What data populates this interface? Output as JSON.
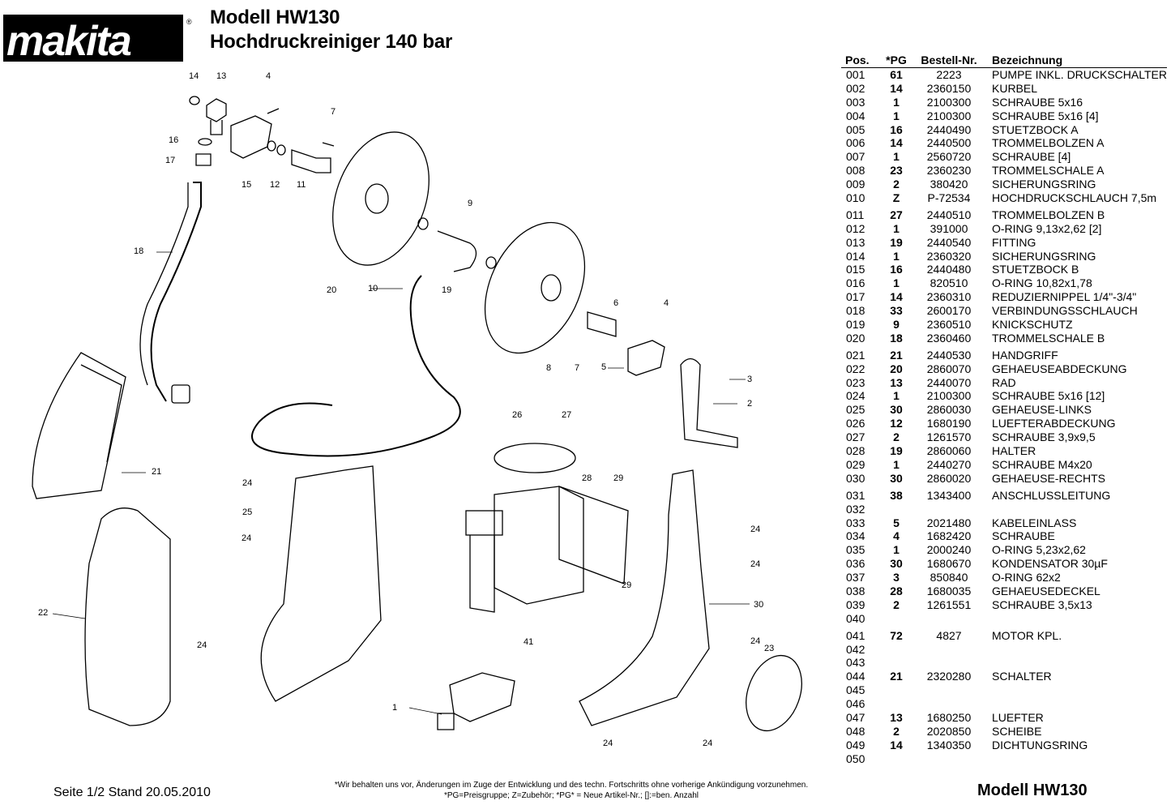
{
  "brand": {
    "name": "makita",
    "registered_mark": "®"
  },
  "header": {
    "model": "Modell HW130",
    "product": "Hochdruckreiniger 140 bar"
  },
  "parts_table": {
    "columns": [
      "Pos.",
      "*PG",
      "Bestell-Nr.",
      "Bezeichnung"
    ],
    "rows": [
      {
        "pos": "001",
        "pg": "61",
        "nr": "2223",
        "desc": "PUMPE INKL. DRUCKSCHALTER"
      },
      {
        "pos": "002",
        "pg": "14",
        "nr": "2360150",
        "desc": "KURBEL"
      },
      {
        "pos": "003",
        "pg": "1",
        "nr": "2100300",
        "desc": "SCHRAUBE 5x16"
      },
      {
        "pos": "004",
        "pg": "1",
        "nr": "2100300",
        "desc": "SCHRAUBE 5x16  [4]"
      },
      {
        "pos": "005",
        "pg": "16",
        "nr": "2440490",
        "desc": "STUETZBOCK  A"
      },
      {
        "pos": "006",
        "pg": "14",
        "nr": "2440500",
        "desc": "TROMMELBOLZEN  A"
      },
      {
        "pos": "007",
        "pg": "1",
        "nr": "2560720",
        "desc": "SCHRAUBE  [4]"
      },
      {
        "pos": "008",
        "pg": "23",
        "nr": "2360230",
        "desc": "TROMMELSCHALE  A"
      },
      {
        "pos": "009",
        "pg": "2",
        "nr": "380420",
        "desc": "SICHERUNGSRING"
      },
      {
        "pos": "010",
        "pg": "Z",
        "nr": "P-72534",
        "desc": "HOCHDRUCKSCHLAUCH 7,5m"
      },
      {
        "pos": "011",
        "pg": "27",
        "nr": "2440510",
        "desc": "TROMMELBOLZEN  B"
      },
      {
        "pos": "012",
        "pg": "1",
        "nr": "391000",
        "desc": "O-RING 9,13x2,62  [2]"
      },
      {
        "pos": "013",
        "pg": "19",
        "nr": "2440540",
        "desc": "FITTING"
      },
      {
        "pos": "014",
        "pg": "1",
        "nr": "2360320",
        "desc": "SICHERUNGSRING"
      },
      {
        "pos": "015",
        "pg": "16",
        "nr": "2440480",
        "desc": "STUETZBOCK  B"
      },
      {
        "pos": "016",
        "pg": "1",
        "nr": "820510",
        "desc": "O-RING 10,82x1,78"
      },
      {
        "pos": "017",
        "pg": "14",
        "nr": "2360310",
        "desc": "REDUZIERNIPPEL 1/4\"-3/4\""
      },
      {
        "pos": "018",
        "pg": "33",
        "nr": "2600170",
        "desc": "VERBINDUNGSSCHLAUCH"
      },
      {
        "pos": "019",
        "pg": "9",
        "nr": "2360510",
        "desc": "KNICKSCHUTZ"
      },
      {
        "pos": "020",
        "pg": "18",
        "nr": "2360460",
        "desc": "TROMMELSCHALE  B"
      },
      {
        "pos": "021",
        "pg": "21",
        "nr": "2440530",
        "desc": "HANDGRIFF"
      },
      {
        "pos": "022",
        "pg": "20",
        "nr": "2860070",
        "desc": "GEHAEUSEABDECKUNG"
      },
      {
        "pos": "023",
        "pg": "13",
        "nr": "2440070",
        "desc": "RAD"
      },
      {
        "pos": "024",
        "pg": "1",
        "nr": "2100300",
        "desc": "SCHRAUBE 5x16  [12]"
      },
      {
        "pos": "025",
        "pg": "30",
        "nr": "2860030",
        "desc": "GEHAEUSE-LINKS"
      },
      {
        "pos": "026",
        "pg": "12",
        "nr": "1680190",
        "desc": "LUEFTERABDECKUNG"
      },
      {
        "pos": "027",
        "pg": "2",
        "nr": "1261570",
        "desc": "SCHRAUBE 3,9x9,5"
      },
      {
        "pos": "028",
        "pg": "19",
        "nr": "2860060",
        "desc": "HALTER"
      },
      {
        "pos": "029",
        "pg": "1",
        "nr": "2440270",
        "desc": "SCHRAUBE M4x20"
      },
      {
        "pos": "030",
        "pg": "30",
        "nr": "2860020",
        "desc": "GEHAEUSE-RECHTS"
      },
      {
        "pos": "031",
        "pg": "38",
        "nr": "1343400",
        "desc": "ANSCHLUSSLEITUNG"
      },
      {
        "pos": "032",
        "pg": "",
        "nr": "",
        "desc": ""
      },
      {
        "pos": "033",
        "pg": "5",
        "nr": "2021480",
        "desc": "KABELEINLASS"
      },
      {
        "pos": "034",
        "pg": "4",
        "nr": "1682420",
        "desc": "SCHRAUBE"
      },
      {
        "pos": "035",
        "pg": "1",
        "nr": "2000240",
        "desc": "O-RING 5,23x2,62"
      },
      {
        "pos": "036",
        "pg": "30",
        "nr": "1680670",
        "desc": "KONDENSATOR 30µF"
      },
      {
        "pos": "037",
        "pg": "3",
        "nr": "850840",
        "desc": "O-RING 62x2"
      },
      {
        "pos": "038",
        "pg": "28",
        "nr": "1680035",
        "desc": "GEHAEUSEDECKEL"
      },
      {
        "pos": "039",
        "pg": "2",
        "nr": "1261551",
        "desc": "SCHRAUBE 3,5x13"
      },
      {
        "pos": "040",
        "pg": "",
        "nr": "",
        "desc": ""
      },
      {
        "pos": "041",
        "pg": "72",
        "nr": "4827",
        "desc": "MOTOR KPL."
      },
      {
        "pos": "042",
        "pg": "",
        "nr": "",
        "desc": ""
      },
      {
        "pos": "043",
        "pg": "",
        "nr": "",
        "desc": ""
      },
      {
        "pos": "044",
        "pg": "21",
        "nr": "2320280",
        "desc": "SCHALTER"
      },
      {
        "pos": "045",
        "pg": "",
        "nr": "",
        "desc": ""
      },
      {
        "pos": "046",
        "pg": "",
        "nr": "",
        "desc": ""
      },
      {
        "pos": "047",
        "pg": "13",
        "nr": "1680250",
        "desc": "LUEFTER"
      },
      {
        "pos": "048",
        "pg": "2",
        "nr": "2020850",
        "desc": "SCHEIBE"
      },
      {
        "pos": "049",
        "pg": "14",
        "nr": "1340350",
        "desc": "DICHTUNGSRING"
      },
      {
        "pos": "050",
        "pg": "",
        "nr": "",
        "desc": ""
      }
    ]
  },
  "diagram": {
    "callouts": [
      "14",
      "13",
      "4",
      "7",
      "16",
      "17",
      "15",
      "12",
      "11",
      "18",
      "20",
      "10",
      "19",
      "9",
      "6",
      "4",
      "8",
      "7",
      "5",
      "3",
      "2",
      "21",
      "26",
      "27",
      "28",
      "29",
      "24",
      "25",
      "24",
      "24",
      "29",
      "22",
      "24",
      "41",
      "30",
      "24",
      "24",
      "23",
      "1",
      "24",
      "24",
      "24",
      "24"
    ]
  },
  "footer": {
    "page_info": "Seite 1/2  Stand 20.05.2010",
    "disclaimer": "*Wir behalten uns vor, Änderungen im Zuge der Entwicklung und des techn. Fortschritts ohne vorherige Ankündigung vorzunehmen.",
    "legend": "*PG=Preisgruppe; Z=Zubehör; *PG* = Neue Artikel-Nr.; []:=ben. Anzahl",
    "model": "Modell HW130"
  }
}
